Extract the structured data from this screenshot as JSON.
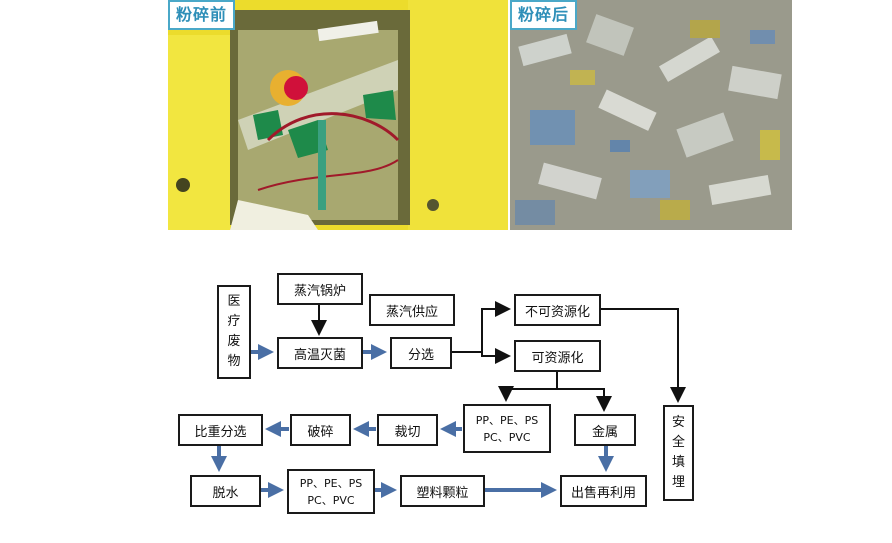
{
  "photos": {
    "before": {
      "label": "粉碎前"
    },
    "after": {
      "label": "粉碎后"
    }
  },
  "flowchart": {
    "nodes": {
      "medical_waste": [
        "医",
        "疗",
        "废",
        "物"
      ],
      "steam_boiler": "蒸汽锅炉",
      "steam_supply": "蒸汽供应",
      "high_temp_sterilization": "高温灭菌",
      "sorting": "分选",
      "non_recyclable": "不可资源化",
      "recyclable": "可资源化",
      "plastics_top": {
        "line1": "PP、PE、PS",
        "line2": "PC、PVC"
      },
      "metal": "金属",
      "safe_landfill": [
        "安",
        "全",
        "填",
        "埋"
      ],
      "gravity_separation": "比重分选",
      "crushing": "破碎",
      "cutting": "裁切",
      "dewatering": "脱水",
      "plastics_bottom": {
        "line1": "PP、PE、PS",
        "line2": "PC、PVC"
      },
      "plastic_granules": "塑料颗粒",
      "sale_reuse": "出售再利用"
    },
    "colors": {
      "thick_arrow": "#4a6fa5",
      "thin_arrow": "#111111",
      "box_border": "#1a1a1a",
      "label_border": "#4aa8c8"
    }
  }
}
